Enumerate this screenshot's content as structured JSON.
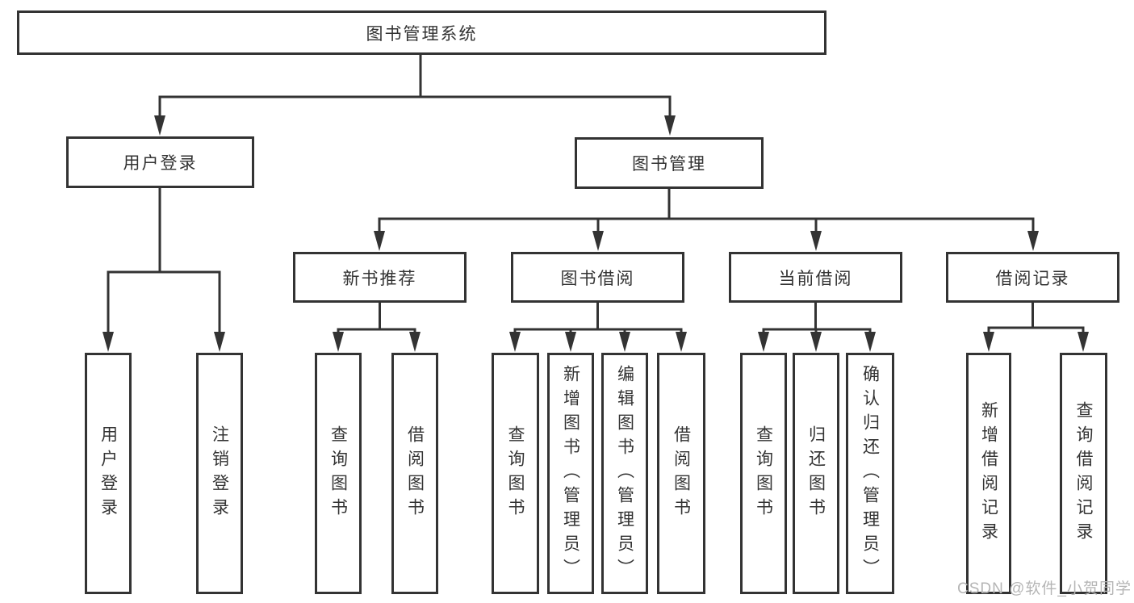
{
  "diagram_type": "hierarchy-tree",
  "colors": {
    "line": "#333333",
    "text": "#333333",
    "node_background": "#ffffff",
    "page_background": "#ffffff",
    "watermark": "#b5b5b5"
  },
  "tree": {
    "root": "图书管理系统",
    "children": [
      {
        "label": "用户登录",
        "leaves": [
          "用户登录",
          "注销登录"
        ]
      },
      {
        "label": "图书管理",
        "children": [
          {
            "label": "新书推荐",
            "leaves": [
              "查询图书",
              "借阅图书"
            ]
          },
          {
            "label": "图书借阅",
            "leaves": [
              "查询图书",
              "新增图书（管理员）",
              "编辑图书（管理员）",
              "借阅图书"
            ]
          },
          {
            "label": "当前借阅",
            "leaves": [
              "查询图书",
              "归还图书",
              "确认归还（管理员）"
            ]
          },
          {
            "label": "借阅记录",
            "leaves": [
              "新增借阅记录",
              "查询借阅记录"
            ]
          }
        ]
      }
    ]
  },
  "watermark": "CSDN @软件_小贺同学"
}
